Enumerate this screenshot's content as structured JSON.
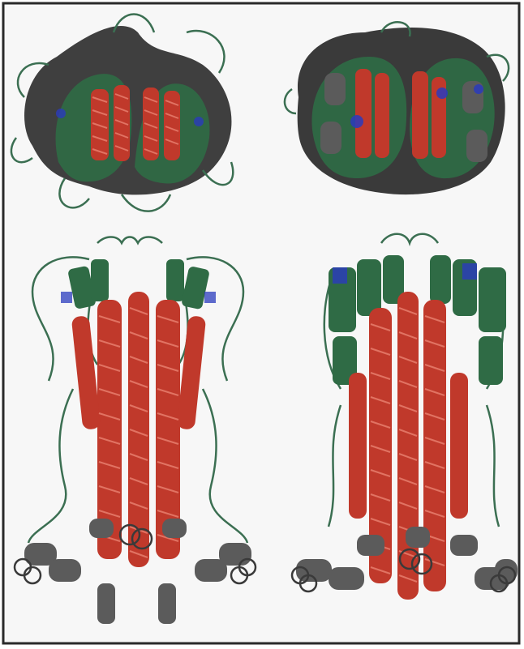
{
  "figure": {
    "panels": [
      {
        "id": "top-left"
      },
      {
        "id": "top-right"
      },
      {
        "id": "bottom-left"
      },
      {
        "id": "bottom-right"
      }
    ],
    "colors": {
      "background": "#f7f7f7",
      "border": "#2a2a2a",
      "helix_red": "#c0392b",
      "helix_red_light": "#e57a6a",
      "strand_green": "#2f6b45",
      "coil_green": "#3b6f52",
      "loop_dark": "#3a3a3a",
      "blue": "#2a3bbd",
      "gray_helix": "#5b5b5b"
    }
  }
}
